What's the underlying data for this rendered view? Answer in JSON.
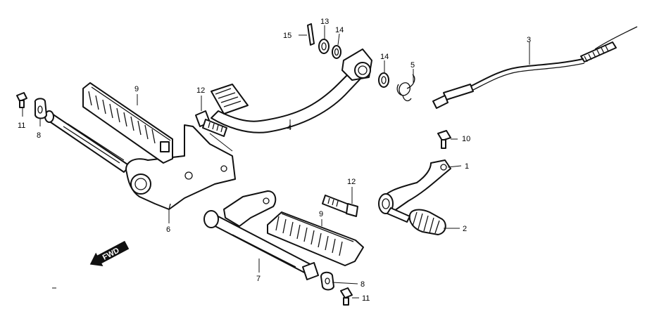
{
  "callouts": {
    "c1": "1",
    "c2": "2",
    "c3": "3",
    "c4": "4",
    "c5": "5",
    "c6": "6",
    "c7": "7",
    "c8a": "8",
    "c8b": "8",
    "c9a": "9",
    "c9b": "9",
    "c10": "10",
    "c11a": "11",
    "c11b": "11",
    "c12a": "12",
    "c12b": "12",
    "c13": "13",
    "c14a": "14",
    "c14b": "14",
    "c15": "15"
  },
  "direction_arrow": {
    "label": "FWD"
  }
}
